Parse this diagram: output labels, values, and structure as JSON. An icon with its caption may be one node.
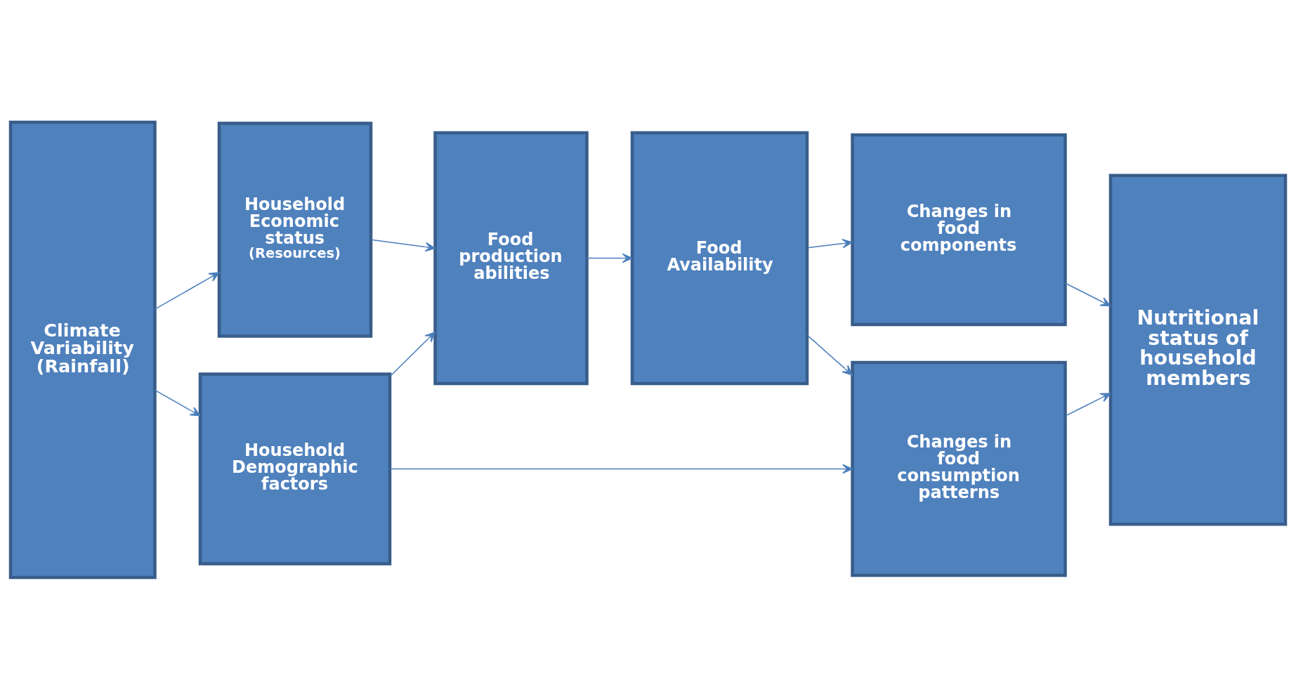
{
  "diagram": {
    "nodes": [
      {
        "text": [
          "Climate Variability (Rainfall)"
        ]
      },
      {
        "text": [
          "Household Economic status",
          "(Resources)"
        ]
      },
      {
        "text": [
          "Household Demographic factors"
        ]
      },
      {
        "text": [
          "Food production abilities"
        ]
      },
      {
        "text": [
          "Food Availability"
        ]
      },
      {
        "text": [
          "Changes in food components"
        ]
      },
      {
        "text": [
          "Changes in food consumption patterns"
        ]
      },
      {
        "text": [
          "Nutritional status of household members"
        ]
      }
    ],
    "edges": [
      {
        "from": 0,
        "to": 1,
        "arrow": "to"
      },
      {
        "from": 0,
        "to": 2,
        "arrow": "to"
      },
      {
        "from": 1,
        "to": 3,
        "arrow": "to"
      },
      {
        "from": 2,
        "to": 3,
        "arrow": "to"
      },
      {
        "from": 2,
        "to": 6,
        "arrow": "to"
      },
      {
        "from": 3,
        "to": 4,
        "arrow": "to"
      },
      {
        "from": 4,
        "to": 5,
        "arrow": "to"
      },
      {
        "from": 4,
        "to": 6,
        "arrow": "to"
      },
      {
        "from": 5,
        "to": 7,
        "arrow": "to"
      },
      {
        "from": 6,
        "to": 7,
        "arrow": "to"
      }
    ]
  }
}
